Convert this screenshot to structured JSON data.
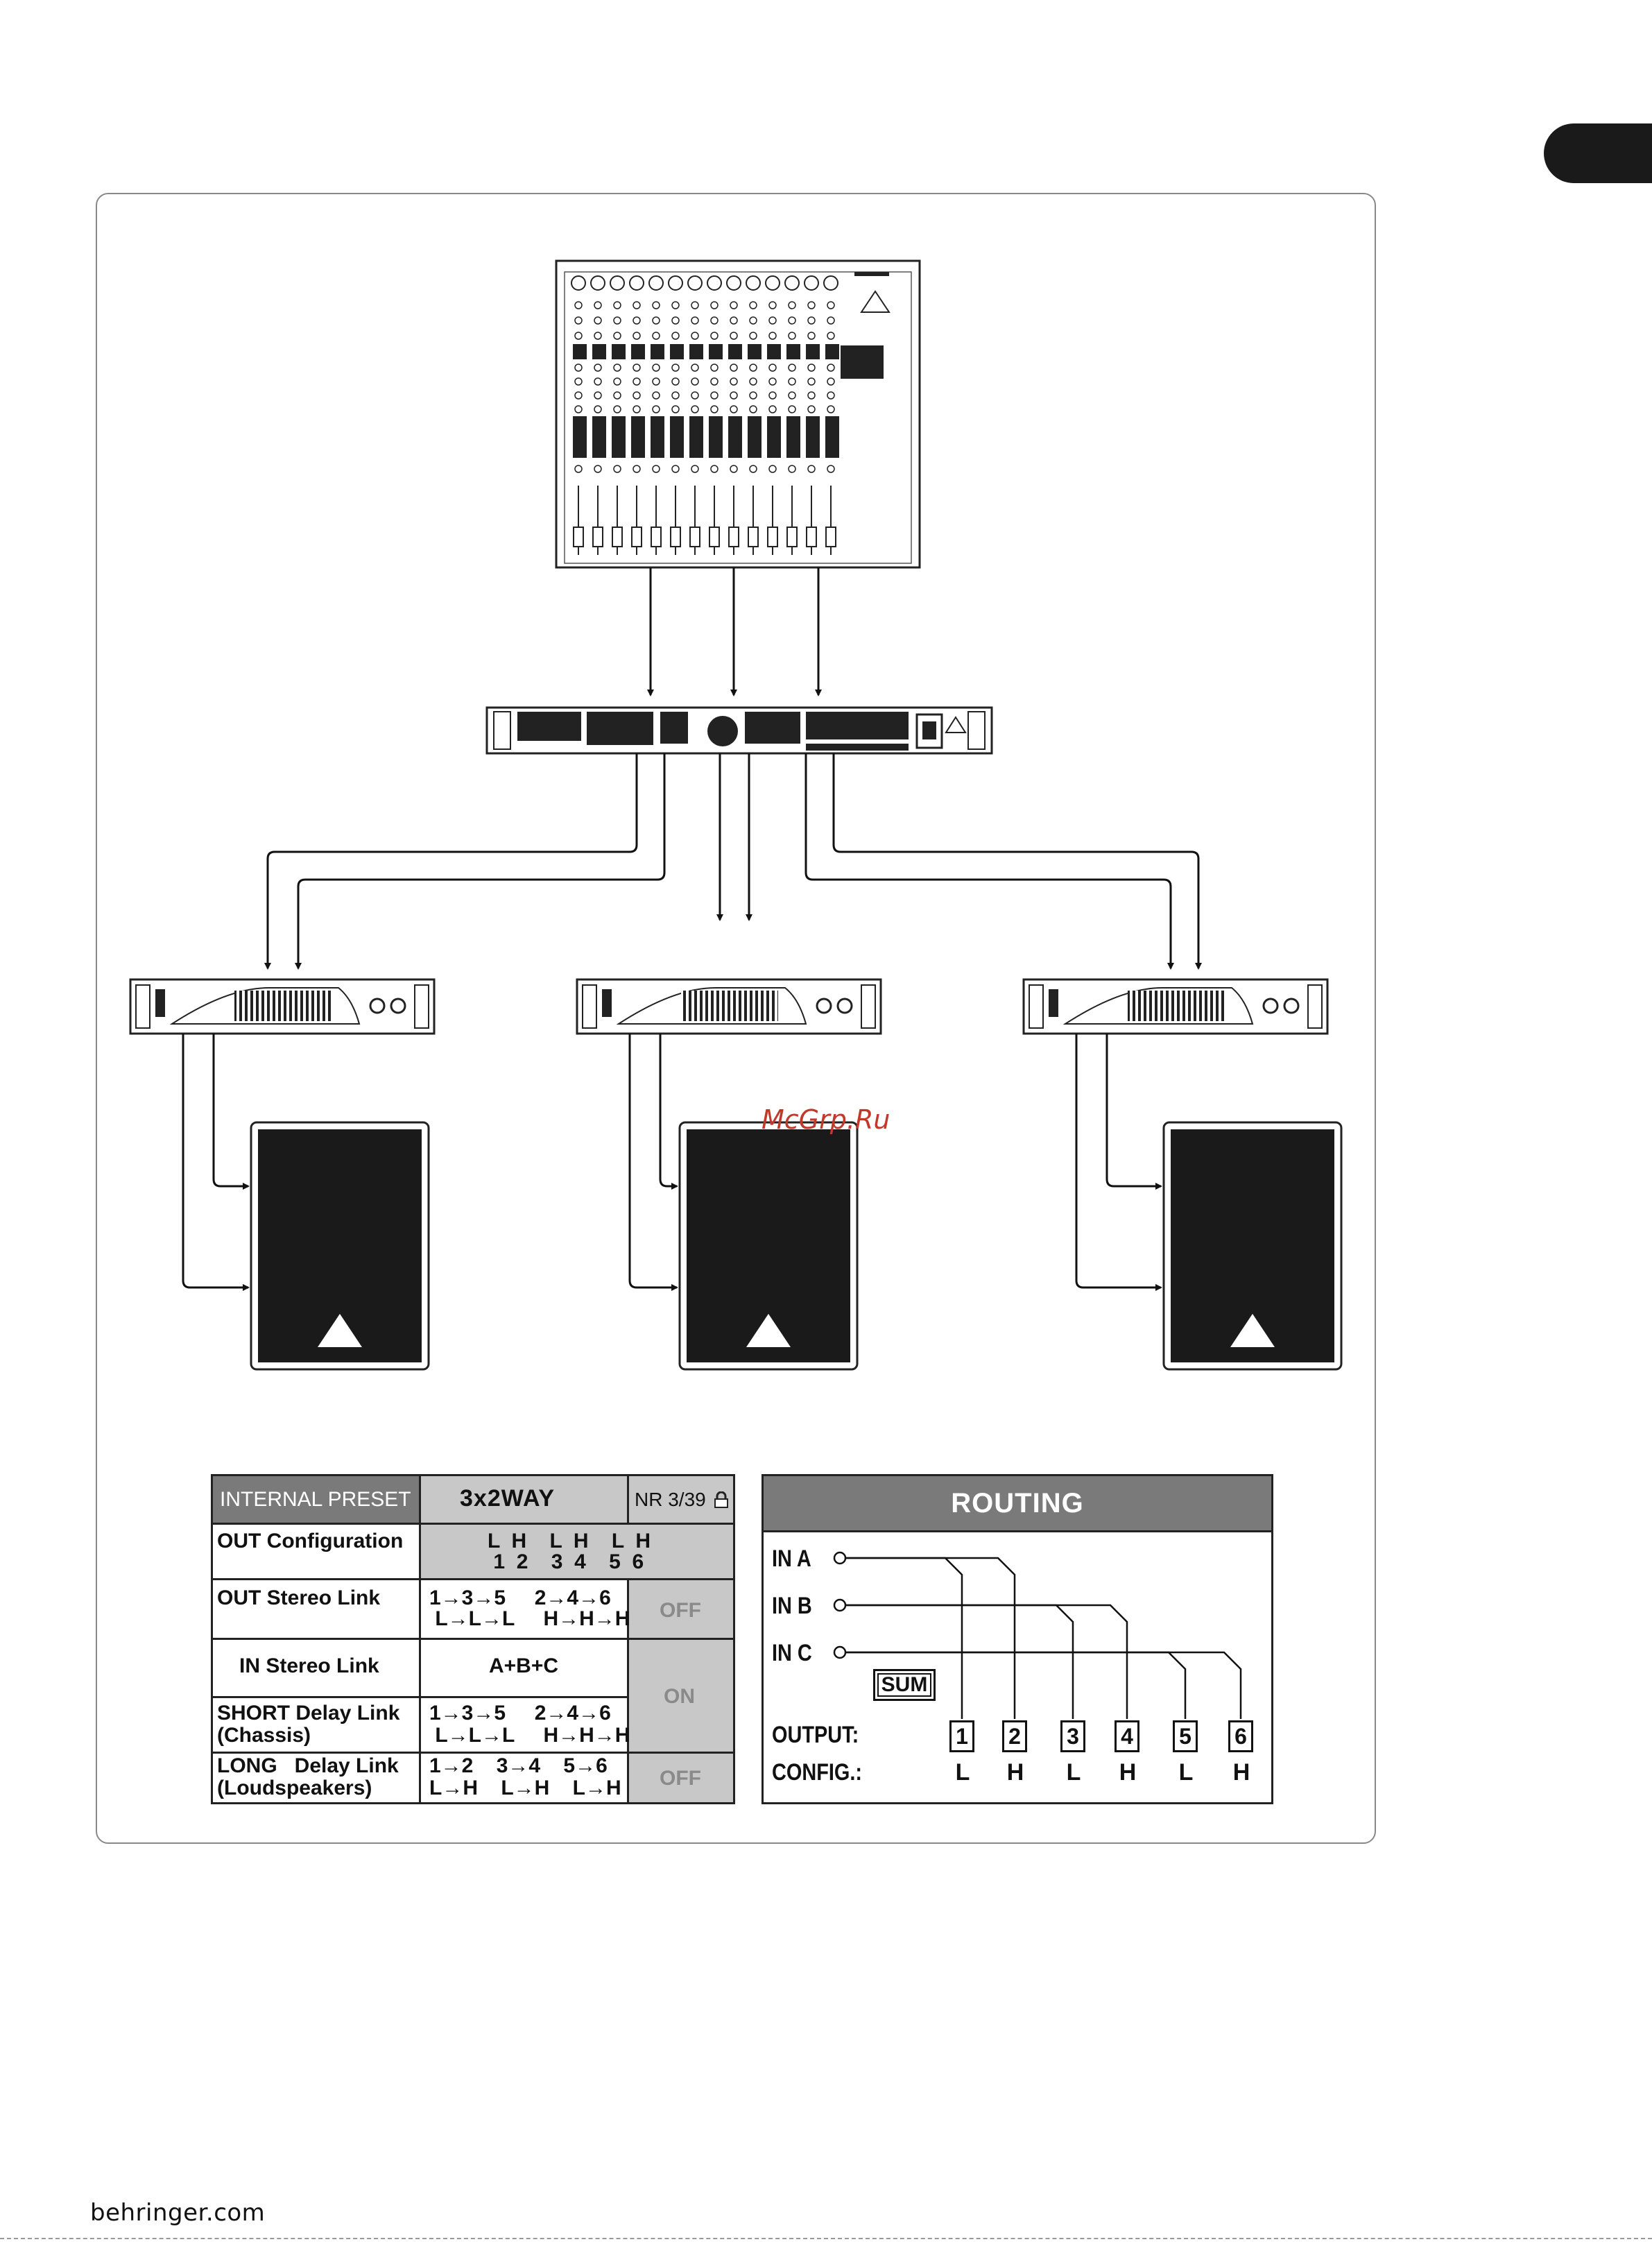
{
  "watermark": "McGrp.Ru",
  "footer": {
    "site": "behringer.com"
  },
  "preset_table": {
    "header": {
      "label": "INTERNAL PRESET",
      "name": "3x2WAY",
      "nr": "NR 3/39"
    },
    "out_config": {
      "label": "OUT Configuration",
      "line1": "L  H    L  H    L  H",
      "line2": " 1  2    3  4    5  6"
    },
    "out_stereo_link": {
      "label": "OUT Stereo Link",
      "line1": "1→3→5     2→4→6",
      "line2": " L→L→L     H→H→H",
      "state": "OFF"
    },
    "in_stereo_link": {
      "label": "IN Stereo Link",
      "value": "A+B+C"
    },
    "short_delay": {
      "label1": "SHORT Delay Link",
      "label2": "(Chassis)",
      "line1": "1→3→5     2→4→6",
      "line2": " L→L→L     H→H→H"
    },
    "shared_state": "ON",
    "long_delay": {
      "label1": "LONG   Delay Link",
      "label2": "(Loudspeakers)",
      "line1": "1→2    3→4    5→6",
      "line2": "L→H    L→H    L→H",
      "state": "OFF"
    }
  },
  "routing": {
    "title": "ROUTING",
    "inputs": [
      "IN A",
      "IN B",
      "IN C"
    ],
    "sum_label": "SUM",
    "output_label": "OUTPUT:",
    "config_label": "CONFIG.:",
    "outputs": [
      "1",
      "2",
      "3",
      "4",
      "5",
      "6"
    ],
    "configs": [
      "L",
      "H",
      "L",
      "H",
      "L",
      "H"
    ]
  }
}
